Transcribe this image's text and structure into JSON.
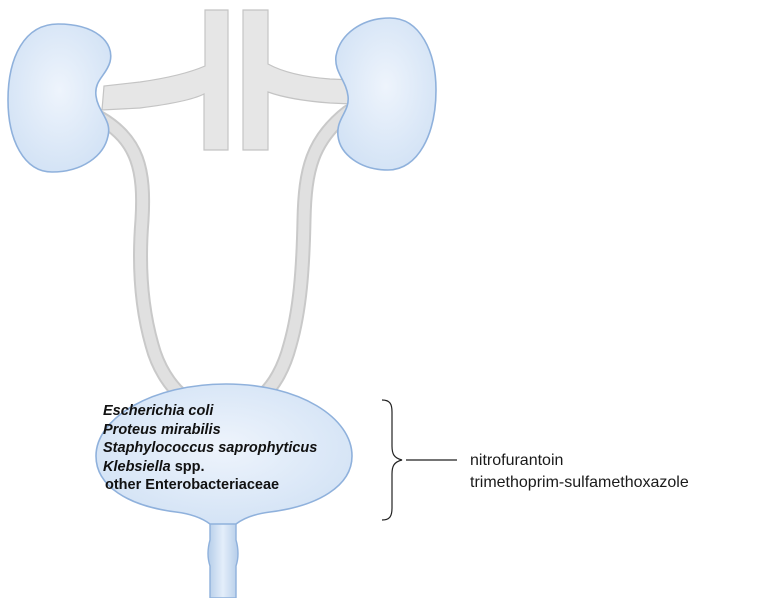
{
  "organisms": [
    {
      "italic": "Escherichia coli",
      "plain": ""
    },
    {
      "italic": "Proteus mirabilis",
      "plain": ""
    },
    {
      "italic": "Staphylococcus saprophyticus",
      "plain": ""
    },
    {
      "italic": "Klebsiella",
      "plain": " spp."
    },
    {
      "italic": "",
      "plain": "other Enterobacteriaceae"
    }
  ],
  "treatments": [
    "nitrofurantoin",
    "trimethoprim-sulfamethoxazole"
  ],
  "colors": {
    "organ_fill": "#dbe8f7",
    "organ_outline": "#8fb1dc",
    "vessel_fill": "#e6e6e6",
    "vessel_outline": "#c4c4c4",
    "ureter": "#d3d3d3",
    "bracket": "#222222"
  }
}
